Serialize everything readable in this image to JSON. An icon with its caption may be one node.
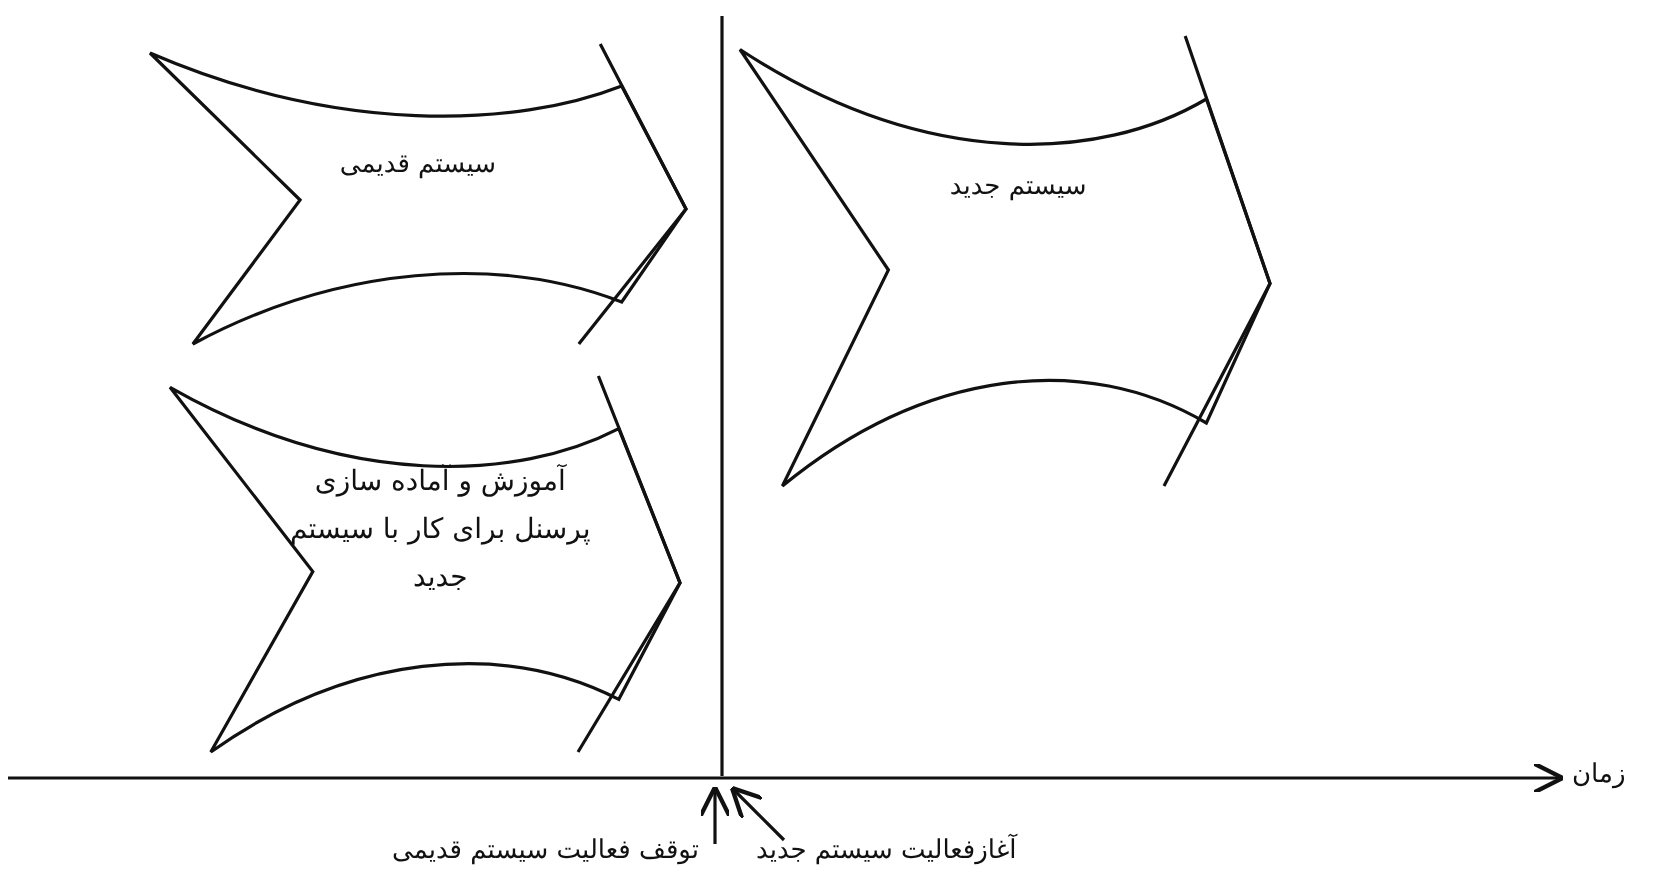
{
  "diagram": {
    "nodes": [
      {
        "text": [
          "سیستم قدیمی"
        ]
      },
      {
        "text": [
          "سیستم جدید"
        ]
      },
      {
        "text": [
          "آموزش و آماده سازی پرسنل برای کار با سیستم جدید"
        ]
      },
      {
        "text": [
          "توقف فعالیت سیستم قدیمی"
        ]
      },
      {
        "text": [
          "آغازفعالیت سیستم جدید"
        ]
      }
    ],
    "edges": [
      {
        "from": 3,
        "to": null,
        "arrow": "to"
      },
      {
        "from": 4,
        "to": null,
        "arrow": "to"
      }
    ],
    "labels": [
      "زمان"
    ]
  }
}
